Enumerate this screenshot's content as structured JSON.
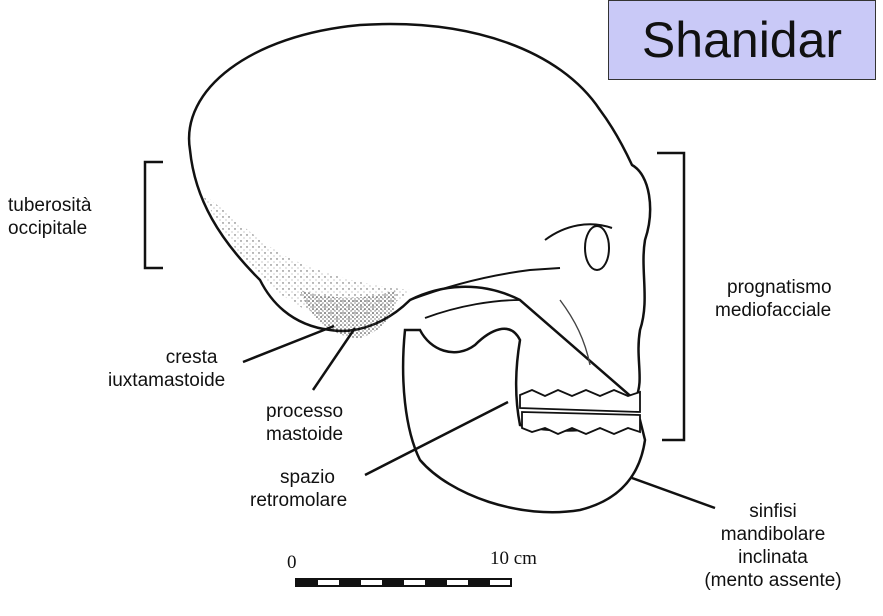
{
  "title": "Shanidar",
  "labels": {
    "tuberosita": [
      "tuberosità",
      "occipitale"
    ],
    "prognatismo": [
      "prognatismo",
      "mediofacciale"
    ],
    "cresta": [
      "cresta",
      "iuxtamastoide"
    ],
    "processo": [
      "processo",
      "mastoide"
    ],
    "spazio": [
      "spazio",
      "retromolare"
    ],
    "sinfisi": [
      "sinfisi",
      "mandibolare",
      "inclinata",
      "(mento assente)"
    ]
  },
  "scale": {
    "start": "0",
    "end": "10 cm"
  }
}
